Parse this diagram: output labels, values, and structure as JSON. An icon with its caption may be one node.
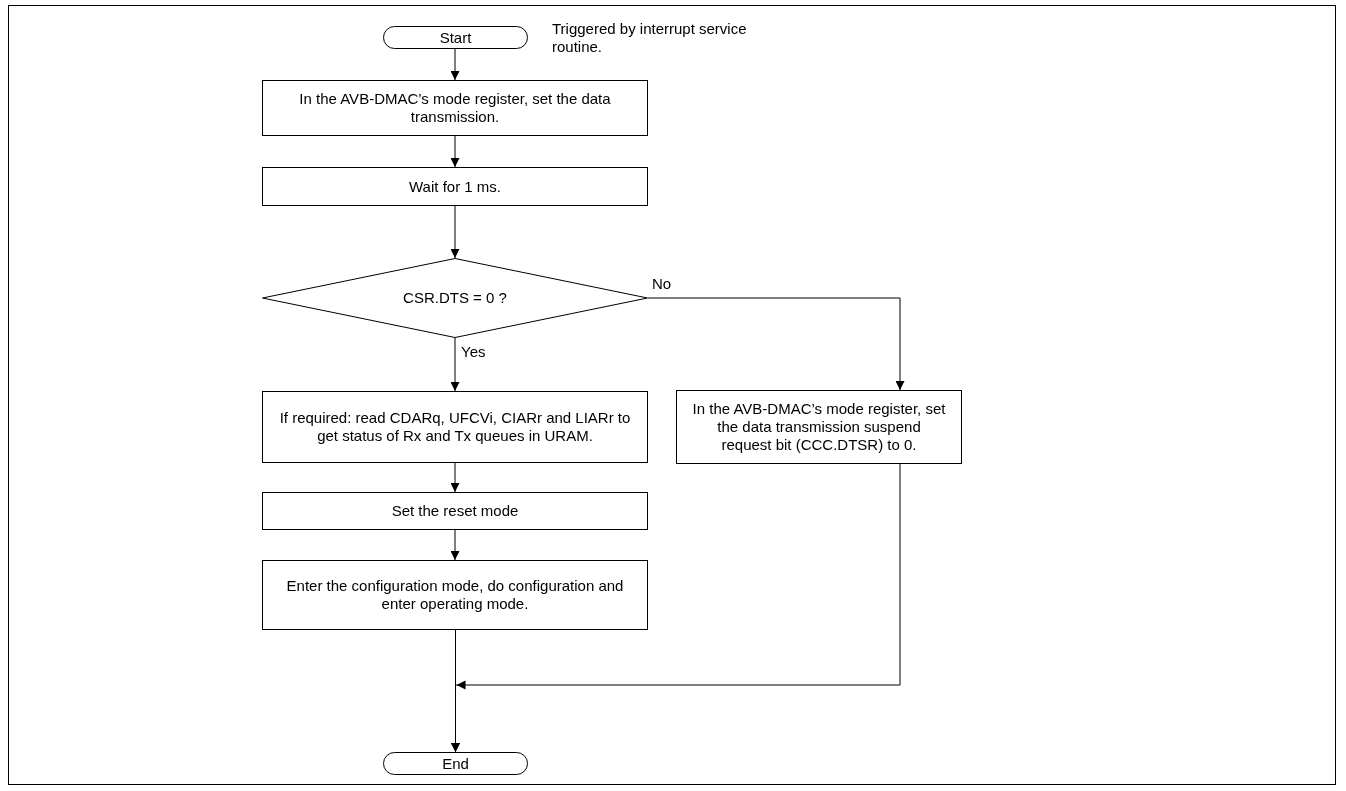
{
  "diagram": {
    "nodes": [
      {
        "text": [
          "Start"
        ],
        "beside": [
          "Triggered by interrupt service routine."
        ]
      },
      {
        "text": [
          "In the AVB-DMAC’s mode register, set the data transmission."
        ]
      },
      {
        "text": [
          "Wait for 1 ms."
        ]
      },
      {
        "text": [
          "CSR.DTS = 0 ?"
        ]
      },
      {
        "text": [
          "If required: read CDARq, UFCVi, CIARr and LIARr to get status of Rx and Tx queues in URAM."
        ]
      },
      {
        "text": [
          "In the AVB-DMAC’s mode register, set the data transmission suspend request bit (CCC.DTSR) to 0."
        ]
      },
      {
        "text": [
          "Set the reset mode"
        ]
      },
      {
        "text": [
          "Enter the configuration mode, do configuration and enter operating mode."
        ]
      },
      {
        "text": [
          "End"
        ]
      }
    ],
    "edges": [
      {
        "from": 0,
        "to": 1,
        "arrow": "to"
      },
      {
        "from": 1,
        "to": 2,
        "arrow": "to"
      },
      {
        "from": 2,
        "to": 3,
        "arrow": "to"
      },
      {
        "from": 3,
        "to": 4,
        "arrow": "to",
        "label": "Yes"
      },
      {
        "from": 3,
        "to": 5,
        "arrow": "to",
        "label": "No"
      },
      {
        "from": 4,
        "to": 6,
        "arrow": "to"
      },
      {
        "from": 6,
        "to": 7,
        "arrow": "to"
      },
      {
        "from": 7,
        "to": 8,
        "arrow": "to"
      },
      {
        "from": 5,
        "to": 8,
        "arrow": "to"
      }
    ]
  }
}
